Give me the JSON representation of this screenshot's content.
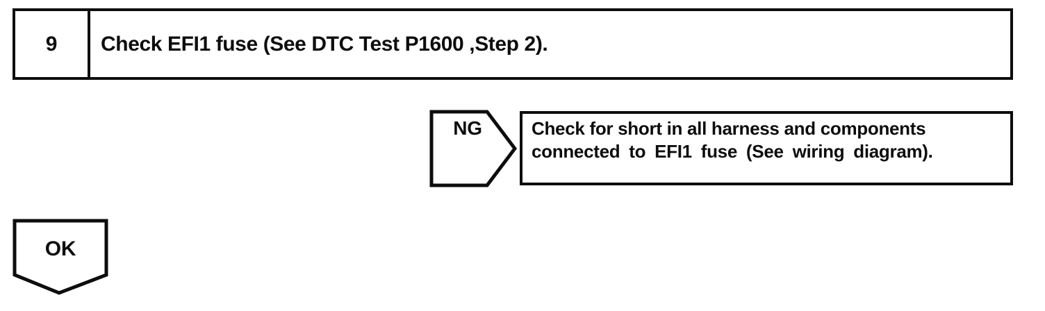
{
  "step": {
    "number": "9",
    "instruction": "Check EFI1 fuse (See DTC Test P1600 ,Step 2)."
  },
  "ng_branch": {
    "label": "NG",
    "action_line1": "Check for short in all harness and components",
    "action_line2": "connected to EFI1 fuse (See wiring diagram)."
  },
  "ok_branch": {
    "label": "OK"
  },
  "colors": {
    "ink": "#0d0d0d",
    "paper": "#ffffff"
  }
}
